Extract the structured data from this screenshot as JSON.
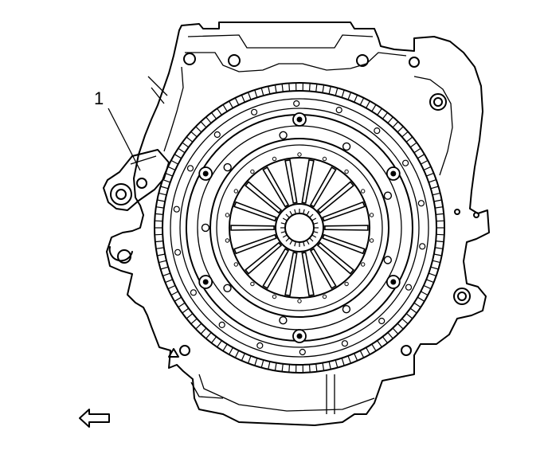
{
  "figure": {
    "callouts": [
      {
        "label": "1",
        "target": "flywheel-holding-tool"
      }
    ],
    "direction_arrow": {
      "icon": "left-arrow-icon",
      "points": "left"
    },
    "parts": [
      "engine-block",
      "flywheel-ring-gear",
      "clutch-pressure-plate",
      "diaphragm-spring-fingers",
      "flywheel-holding-tool"
    ],
    "line_color": "#000000",
    "background_color": "#ffffff"
  }
}
